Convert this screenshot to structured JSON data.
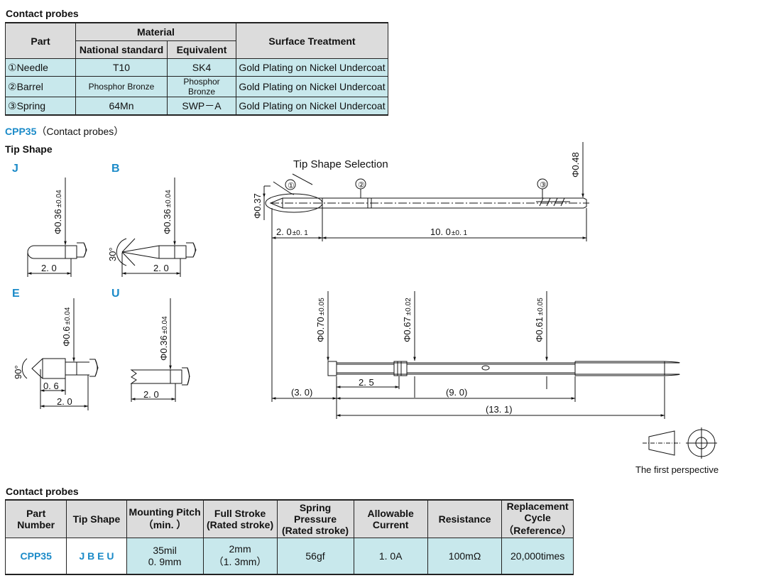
{
  "materials": {
    "title": "Contact probes",
    "headers": {
      "part": "Part",
      "material": "Material",
      "national": "National standard",
      "equivalent": "Equivalent",
      "surface": "Surface Treatment"
    },
    "rows": [
      {
        "num": "①",
        "part": "Needle",
        "national": "T10",
        "equivalent": "SK4",
        "surface": "Gold Plating on Nickel Undercoat"
      },
      {
        "num": "②",
        "part": "Barrel",
        "national": "Phosphor Bronze",
        "equivalent": "Phosphor Bronze",
        "surface": "Gold Plating on Nickel Undercoat"
      },
      {
        "num": "③",
        "part": "Spring",
        "national": "64Mn",
        "equivalent": "SWP－A",
        "surface": "Gold Plating on Nickel Undercoat"
      }
    ]
  },
  "product": {
    "code": "CPP35",
    "desc": "（Contact probes）"
  },
  "tip_shape": {
    "title": "Tip  Shape",
    "shapes": [
      {
        "letter": "J",
        "dia": "Φ0.36",
        "tol": "±0.04",
        "len": "2. 0"
      },
      {
        "letter": "B",
        "dia": "Φ0.36",
        "tol": "±0.04",
        "len": "2. 0",
        "angle": "30°"
      },
      {
        "letter": "E",
        "dia": "Φ0.6",
        "tol": "±0.04",
        "len": "2. 0",
        "len2": "0. 6",
        "angle": "90°"
      },
      {
        "letter": "U",
        "dia": "Φ0.36",
        "tol": "±0.04",
        "len": "2. 0"
      }
    ]
  },
  "main_drawing": {
    "tip_selection": "Tip Shape Selection",
    "markers": [
      "①",
      "②",
      "③"
    ],
    "dia_left": "Φ0.37",
    "dia_right": "Φ0.48",
    "dim_a": "2. 0",
    "dim_a_tol": "±0. 1",
    "dim_b": "10. 0",
    "dim_b_tol": "±0. 1"
  },
  "barrel_drawing": {
    "d1": "Φ0.70",
    "d1_tol": "±0.05",
    "d2": "Φ0.67",
    "d2_tol": "±0.02",
    "d3": "Φ0.61",
    "d3_tol": "±0.05",
    "dim_30": "(3. 0)",
    "dim_25": "2. 5",
    "dim_90": "(9. 0)",
    "dim_131": "(13. 1)"
  },
  "perspective": {
    "label": "The first perspective"
  },
  "specs": {
    "title": "Contact probes",
    "headers": {
      "part_number": "Part Number",
      "tip_shape": "Tip  Shape",
      "pitch1": "Mounting Pitch",
      "pitch2": "（min. ）",
      "stroke1": "Full Stroke",
      "stroke2": "(Rated stroke)",
      "pressure1": "Spring Pressure",
      "pressure2": "(Rated stroke)",
      "current1": "Allowable",
      "current2": "Current",
      "resistance": "Resistance",
      "cycle1": "Replacement",
      "cycle2": "Cycle（Reference）"
    },
    "row": {
      "part_number": "CPP35",
      "tip_shape": "J B E U",
      "pitch1": "35mil",
      "pitch2": "0. 9mm",
      "stroke1": "2mm",
      "stroke2": "（1. 3mm）",
      "pressure": "56gf",
      "current": "1. 0A",
      "resistance": "100mΩ",
      "cycle": "20,000times"
    }
  }
}
